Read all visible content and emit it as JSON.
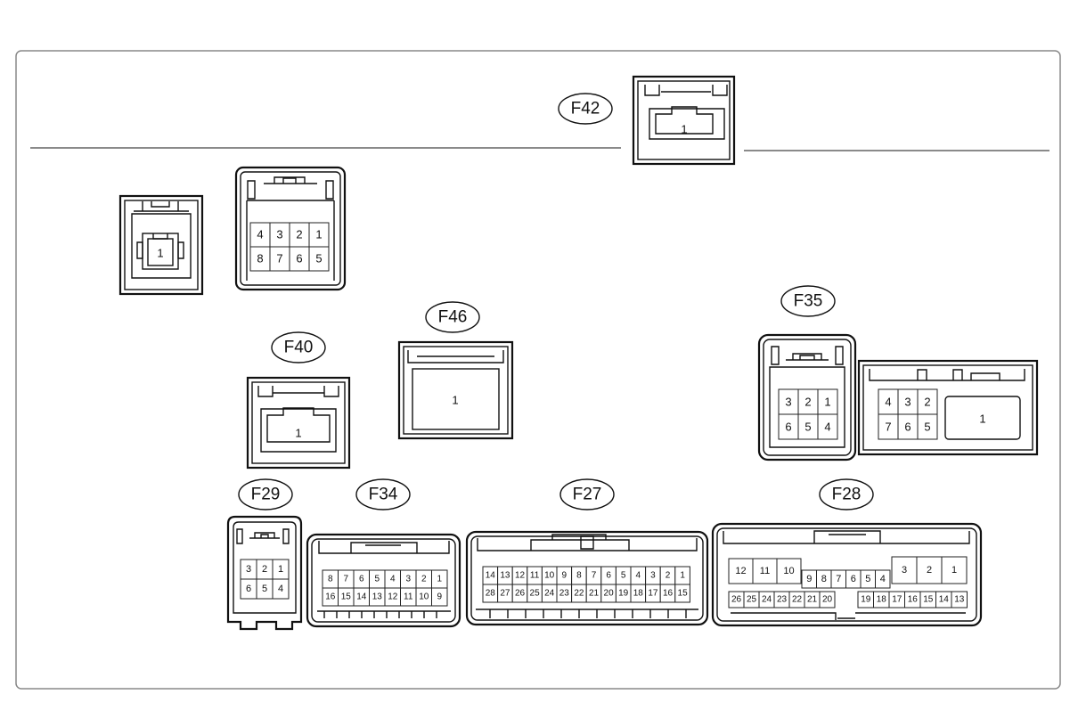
{
  "connectors": {
    "F42": {
      "label": "F42",
      "pins": [
        "1"
      ]
    },
    "top_left_small": {
      "pins": [
        "1"
      ]
    },
    "top_left_8pin": {
      "pins": [
        "4",
        "3",
        "2",
        "1",
        "8",
        "7",
        "6",
        "5"
      ]
    },
    "F40": {
      "label": "F40",
      "pins": [
        "1"
      ]
    },
    "F46": {
      "label": "F46",
      "pins": [
        "1"
      ]
    },
    "F35": {
      "label": "F35",
      "left_pins": [
        "3",
        "2",
        "1",
        "6",
        "5",
        "4"
      ],
      "right_pins": [
        "4",
        "3",
        "2",
        "7",
        "6",
        "5"
      ],
      "right_big_pin": "1"
    },
    "F29": {
      "label": "F29",
      "pins": [
        "3",
        "2",
        "1",
        "6",
        "5",
        "4"
      ]
    },
    "F34": {
      "label": "F34",
      "pins": [
        "8",
        "7",
        "6",
        "5",
        "4",
        "3",
        "2",
        "1",
        "16",
        "15",
        "14",
        "13",
        "12",
        "11",
        "10",
        "9"
      ]
    },
    "F27": {
      "label": "F27",
      "pins": [
        "14",
        "13",
        "12",
        "11",
        "10",
        "9",
        "8",
        "7",
        "6",
        "5",
        "4",
        "3",
        "2",
        "1",
        "28",
        "27",
        "26",
        "25",
        "24",
        "23",
        "22",
        "21",
        "20",
        "19",
        "18",
        "17",
        "16",
        "15"
      ]
    },
    "F28": {
      "label": "F28",
      "top_large": [
        "12",
        "11",
        "10"
      ],
      "top_small": [
        "9",
        "8",
        "7",
        "6",
        "5",
        "4"
      ],
      "top_right": [
        "3",
        "2",
        "1"
      ],
      "bottom_left": [
        "26",
        "25",
        "24",
        "23",
        "22",
        "21",
        "20"
      ],
      "bottom_right": [
        "19",
        "18",
        "17",
        "16",
        "15",
        "14",
        "13"
      ]
    }
  }
}
